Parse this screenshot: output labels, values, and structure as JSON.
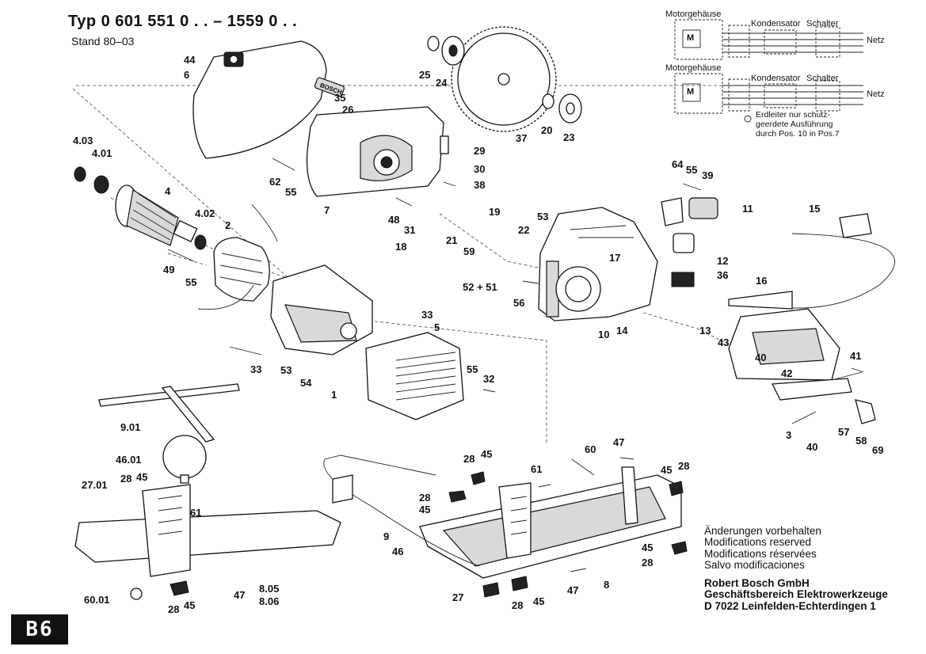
{
  "title": "Typ 0 601 551 0 . . – 1559 0 . .",
  "stand": "Stand 80–03",
  "schematic": {
    "housing1": "Motorgehäuse",
    "housing2": "Motorgehäuse",
    "capacitor1": "Kondensator",
    "switch1": "Schalter",
    "capacitor2": "Kondensator",
    "switch2": "Schalter",
    "netz1": "Netz",
    "netz2": "Netz",
    "motor_symbol": "M",
    "earth_note": [
      "Erdleiter nur schutz-",
      "geerdete Ausführung",
      "durch Pos. 10 in Pos.7"
    ]
  },
  "part_labels": [
    "44",
    "6",
    "35",
    "26",
    "25",
    "24",
    "37",
    "20",
    "23",
    "29",
    "30",
    "38",
    "62",
    "55",
    "7",
    "4.03",
    "4.01",
    "4",
    "4.02",
    "2",
    "49",
    "55",
    "48",
    "31",
    "18",
    "21",
    "19",
    "22",
    "59",
    "53",
    "52 + 51",
    "56",
    "17",
    "64",
    "55",
    "39",
    "11",
    "12",
    "36",
    "15",
    "16",
    "13",
    "43",
    "10",
    "14",
    "41",
    "40",
    "42",
    "3",
    "40",
    "57",
    "58",
    "69",
    "33",
    "5",
    "53",
    "54",
    "1",
    "33",
    "55",
    "32",
    "9.01",
    "46.01",
    "27.01",
    "28",
    "45",
    "61",
    "60.01",
    "28",
    "45",
    "47",
    "8.05",
    "8.06",
    "9",
    "46",
    "28",
    "45",
    "28",
    "45",
    "61",
    "60",
    "47",
    "45",
    "28",
    "45",
    "28",
    "8",
    "27",
    "28",
    "45",
    "47"
  ],
  "notes": [
    "Änderungen vorbehalten",
    "Modifications reserved",
    "Modifications réservées",
    "Salvo modificaciones"
  ],
  "company": [
    "Robert Bosch GmbH",
    "Geschäftsbereich Elektrowerkzeuge",
    "D 7022 Leinfelden-Echterdingen 1"
  ],
  "brand_mark": "BOSCH",
  "page_badge": "B6",
  "colors": {
    "ink": "#111111",
    "paper": "#ffffff"
  }
}
